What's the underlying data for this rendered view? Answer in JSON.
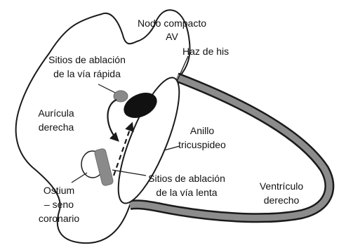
{
  "labels": {
    "compact_node_line1": "Nodo compacto",
    "compact_node_line2": "AV",
    "his_bundle": "Haz de his",
    "fast_path_line1": "Sitios de ablación",
    "fast_path_line2": "de la vía rápida",
    "right_atrium_line1": "Aurícula",
    "right_atrium_line2": "derecha",
    "tricuspid_ring_line1": "Anillo",
    "tricuspid_ring_line2": "tricuspideo",
    "ostium_line1": "Ostium",
    "ostium_line2": "– seno",
    "ostium_line3": "coronario",
    "slow_path_line1": "Sitios de ablación",
    "slow_path_line2": "de la vía lenta",
    "right_ventricle_line1": "Ventrículo",
    "right_ventricle_line2": "derecho"
  },
  "colors": {
    "outline": "#1a1a1a",
    "ventricle_band": "#8c8c8c",
    "ablation_site": "#8a8a8a",
    "compact_node": "#111111",
    "background": "#ffffff"
  }
}
